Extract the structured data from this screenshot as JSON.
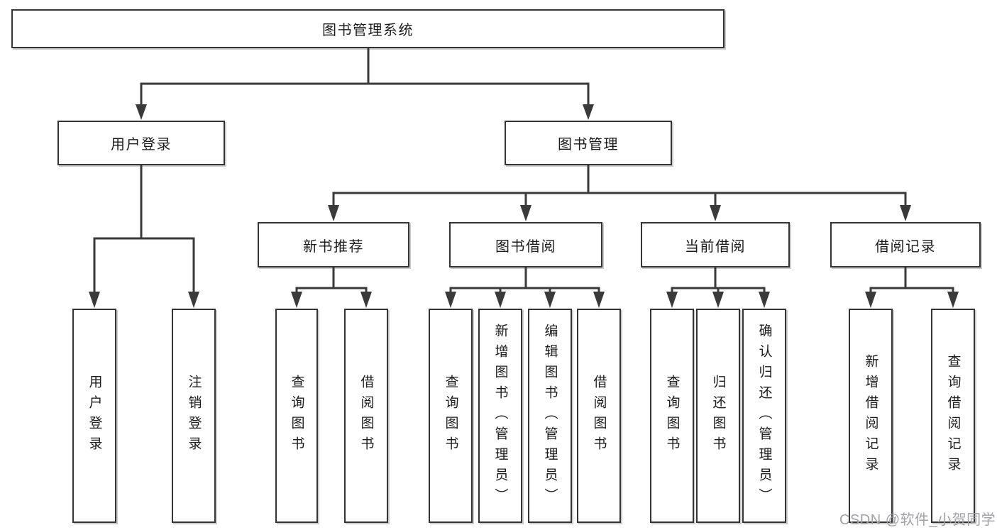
{
  "colors": {
    "background": "#ffffff",
    "line": "#3a3a3a",
    "box_border": "#343434",
    "text": "#1c1c1c",
    "watermark": "#a2a2a6"
  },
  "watermark": {
    "text": "CSDN @软件_小贺同学"
  },
  "diagram": {
    "type": "hierarchy-tree",
    "root": {
      "label": "图书管理系统"
    },
    "branches": [
      {
        "label": "用户登录",
        "children": [
          {
            "label": "用户登录"
          },
          {
            "label": "注销登录"
          }
        ]
      },
      {
        "label": "图书管理",
        "children": [
          {
            "label": "新书推荐",
            "children": [
              {
                "label": "查询图书"
              },
              {
                "label": "借阅图书"
              }
            ]
          },
          {
            "label": "图书借阅",
            "children": [
              {
                "label": "查询图书"
              },
              {
                "label": "新增图书（管理员）"
              },
              {
                "label": "编辑图书（管理员）"
              },
              {
                "label": "借阅图书"
              }
            ]
          },
          {
            "label": "当前借阅",
            "children": [
              {
                "label": "查询图书"
              },
              {
                "label": "归还图书"
              },
              {
                "label": "确认归还（管理员）"
              }
            ]
          },
          {
            "label": "借阅记录",
            "children": [
              {
                "label": "新增借阅记录"
              },
              {
                "label": "查询借阅记录"
              }
            ]
          }
        ]
      }
    ]
  }
}
